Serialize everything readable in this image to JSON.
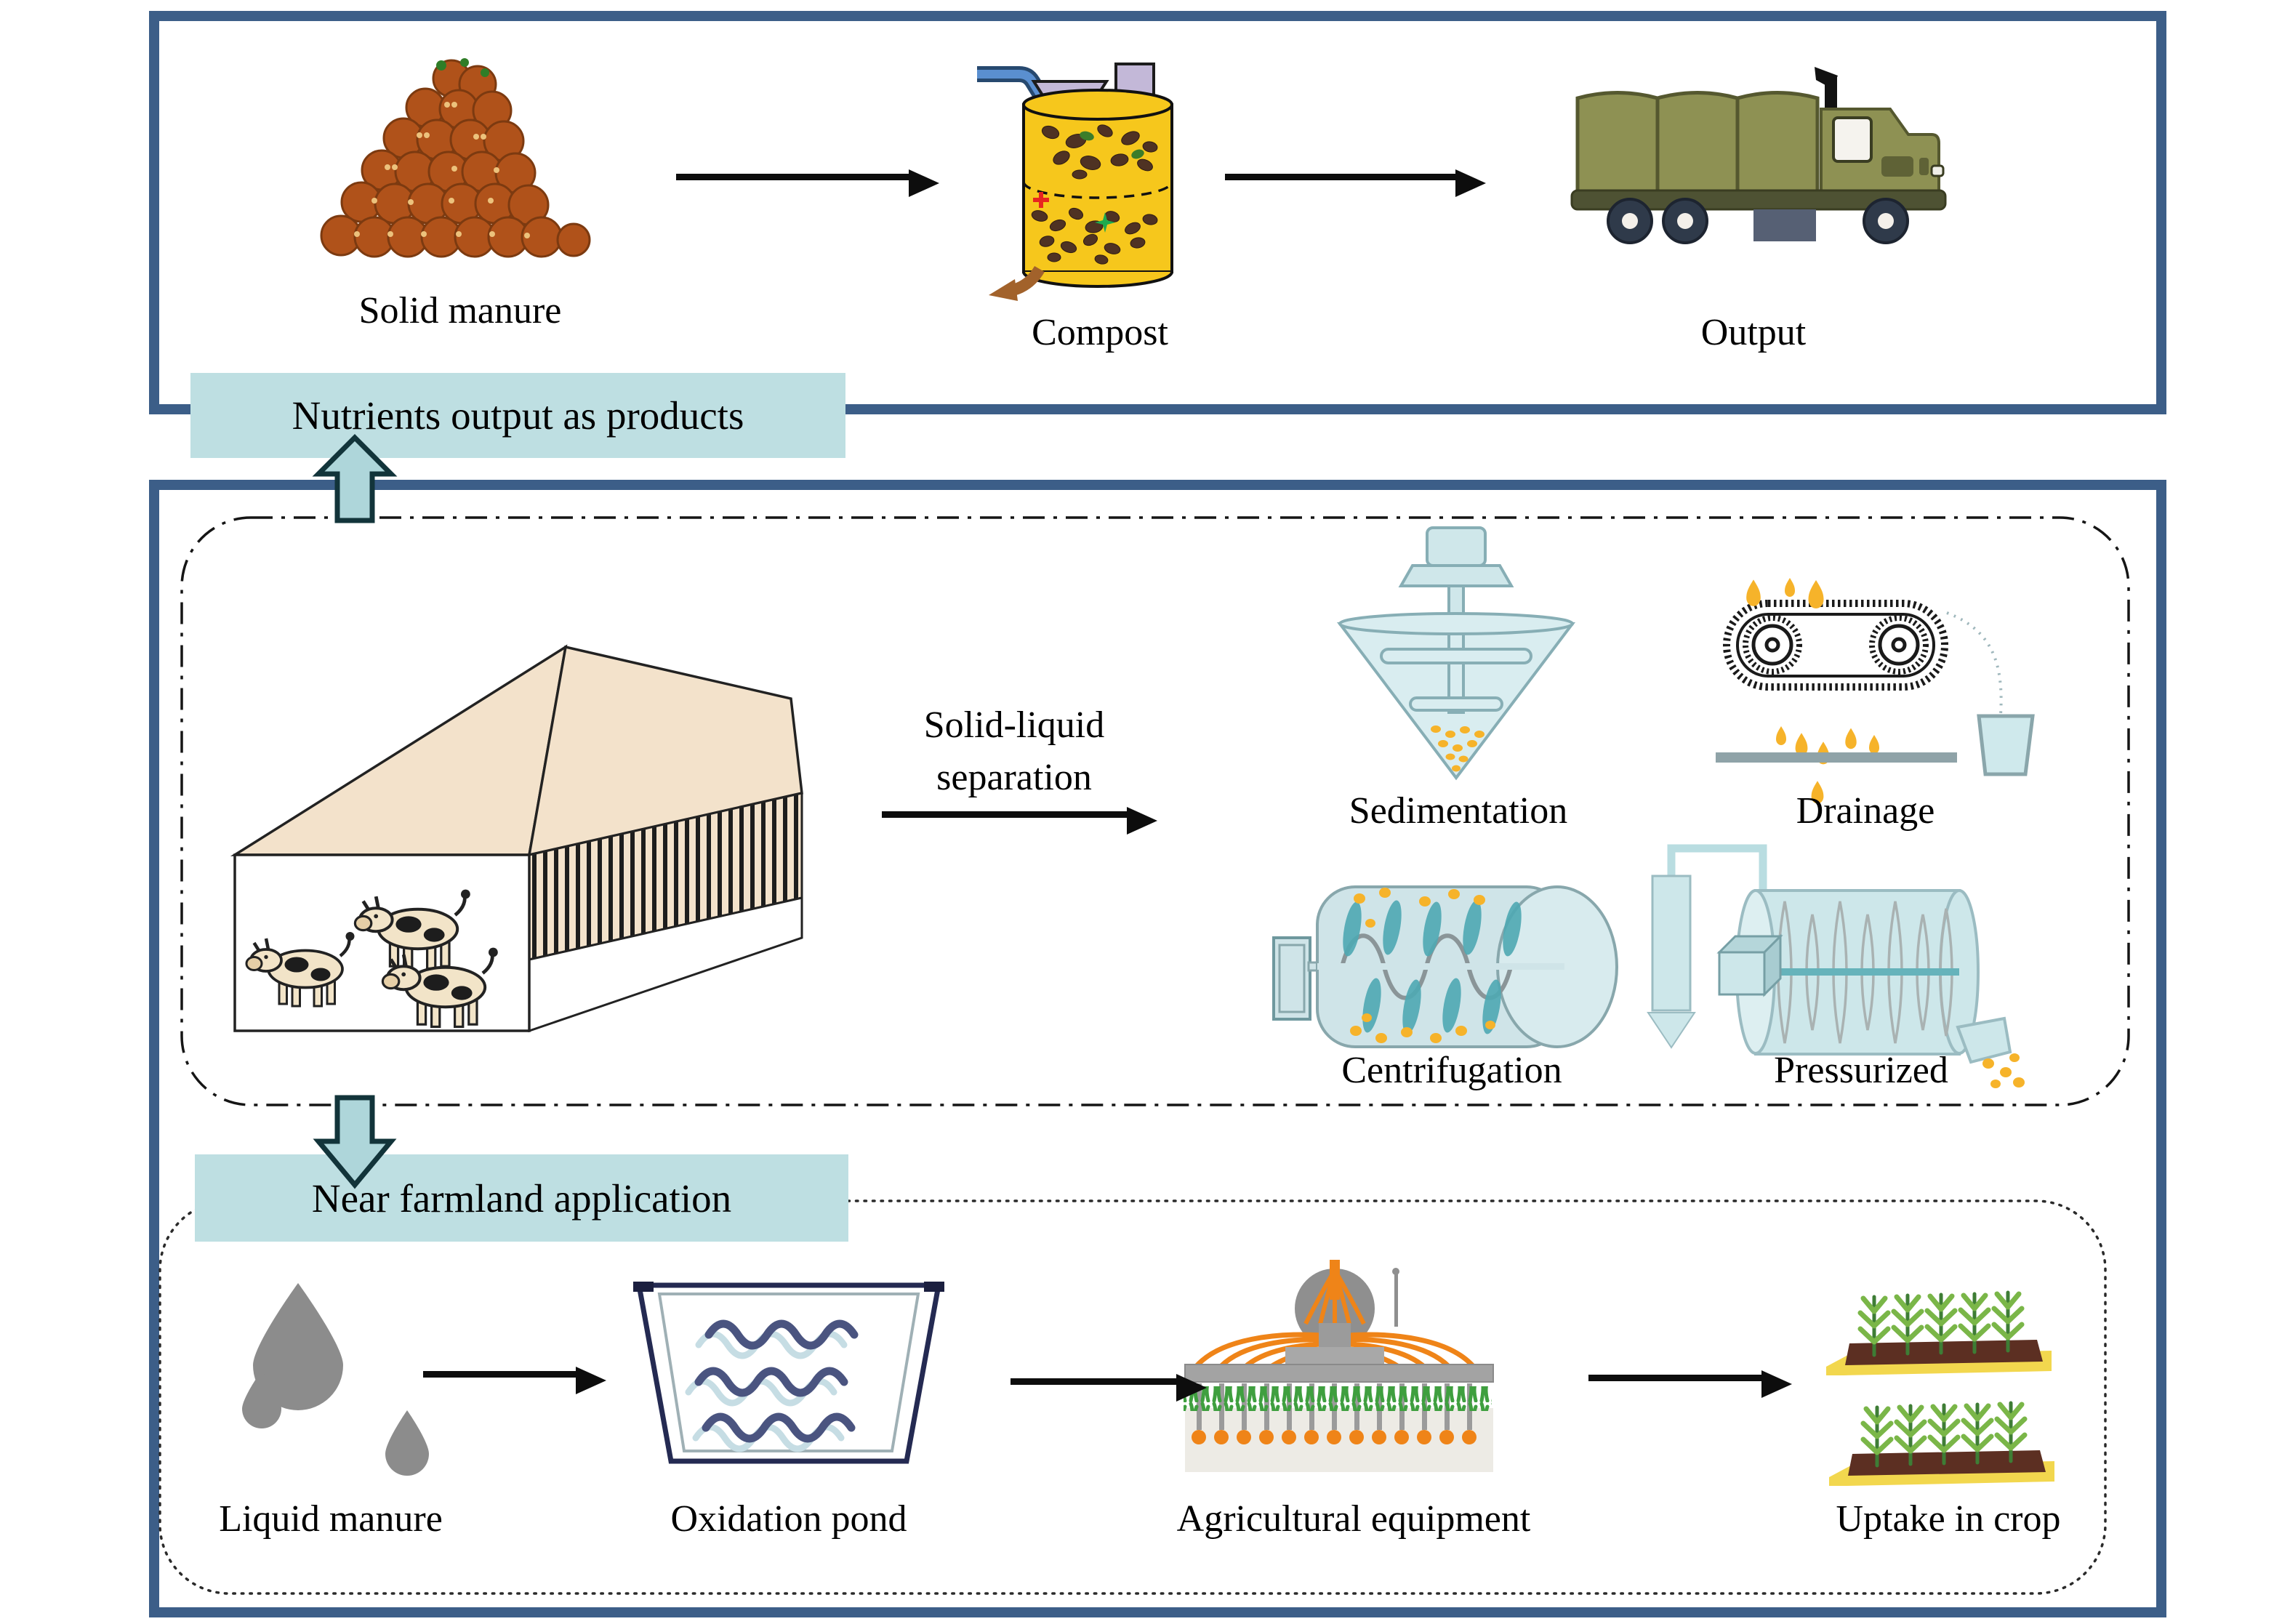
{
  "top_section": {
    "tag_label": "Nutrients output as products",
    "items": [
      {
        "label": "Solid manure",
        "icon": "manure-pile-icon"
      },
      {
        "label": "Compost",
        "icon": "compost-drum-icon"
      },
      {
        "label": "Output",
        "icon": "truck-icon"
      }
    ]
  },
  "middle_section": {
    "source_icon": "cow-barn-icon",
    "flow_label": "Solid-liquid separation",
    "methods": [
      {
        "label": "Sedimentation",
        "icon": "sedimentation-cone-icon"
      },
      {
        "label": "Drainage",
        "icon": "conveyor-drainage-icon"
      },
      {
        "label": "Centrifugation",
        "icon": "centrifuge-icon"
      },
      {
        "label": "Pressurized",
        "icon": "pressurized-screw-icon"
      }
    ]
  },
  "bottom_section": {
    "tag_label": "Near farmland application",
    "items": [
      {
        "label": "Liquid manure",
        "icon": "droplets-icon"
      },
      {
        "label": "Oxidation pond",
        "icon": "pond-icon"
      },
      {
        "label": "Agricultural equipment",
        "icon": "injector-icon"
      },
      {
        "label": "Uptake in crop",
        "icon": "crop-rows-icon"
      }
    ]
  },
  "colors": {
    "frame_navy": "#3c5e88",
    "tag_teal": "#bedfe2",
    "block_arrow_teal": "#aed6da",
    "machine_blue": "#cfe7ea",
    "particle_yellow": "#f6b32a",
    "manure_brown": "#b0521a",
    "compost_yellow": "#f6c71c",
    "truck_olive": "#8e9153",
    "equipment_orange": "#ef8418"
  }
}
